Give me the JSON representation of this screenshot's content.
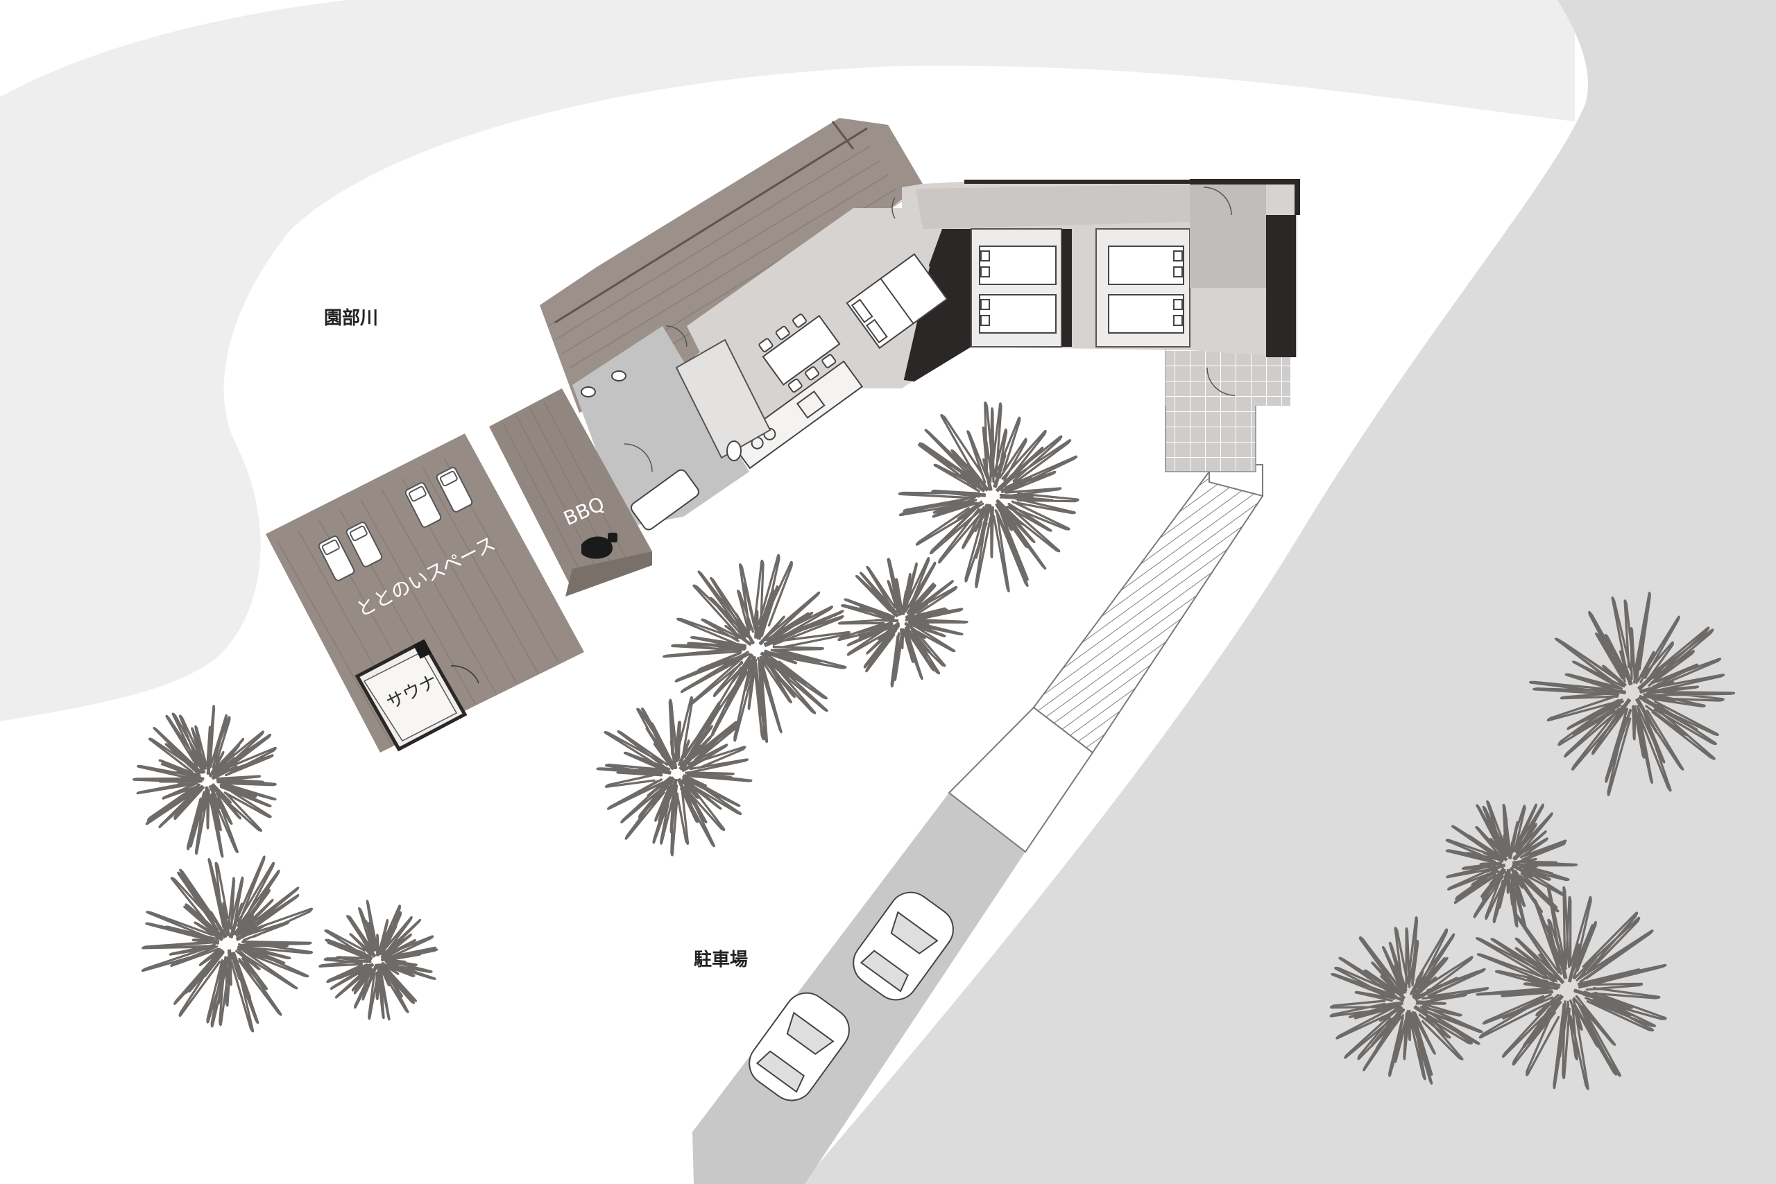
{
  "labels": {
    "river": "園部川",
    "parking": "駐車場",
    "lounge": "ととのいスペース",
    "sauna": "サウナ",
    "bbq": "BBQ"
  },
  "colors": {
    "background": "#ffffff",
    "river_bank": "#eeeeee",
    "road": "#dcdcdd",
    "parking_lot": "#c9c8c9",
    "roof_deck": "#9b908a",
    "deck_lounge": "#968b85",
    "interior_light": "#d6d3d1",
    "interior_gray": "#c0bdbb",
    "wall_dark": "#2b2727",
    "tree_stroke": "#6d6a67",
    "tile": "#c9c7c6"
  },
  "icons": {
    "tree": "tree-icon",
    "car": "car-icon",
    "door": "door-swing-icon",
    "bed": "bed-icon",
    "chair": "lounge-chair-icon",
    "grill": "bbq-grill-icon"
  }
}
